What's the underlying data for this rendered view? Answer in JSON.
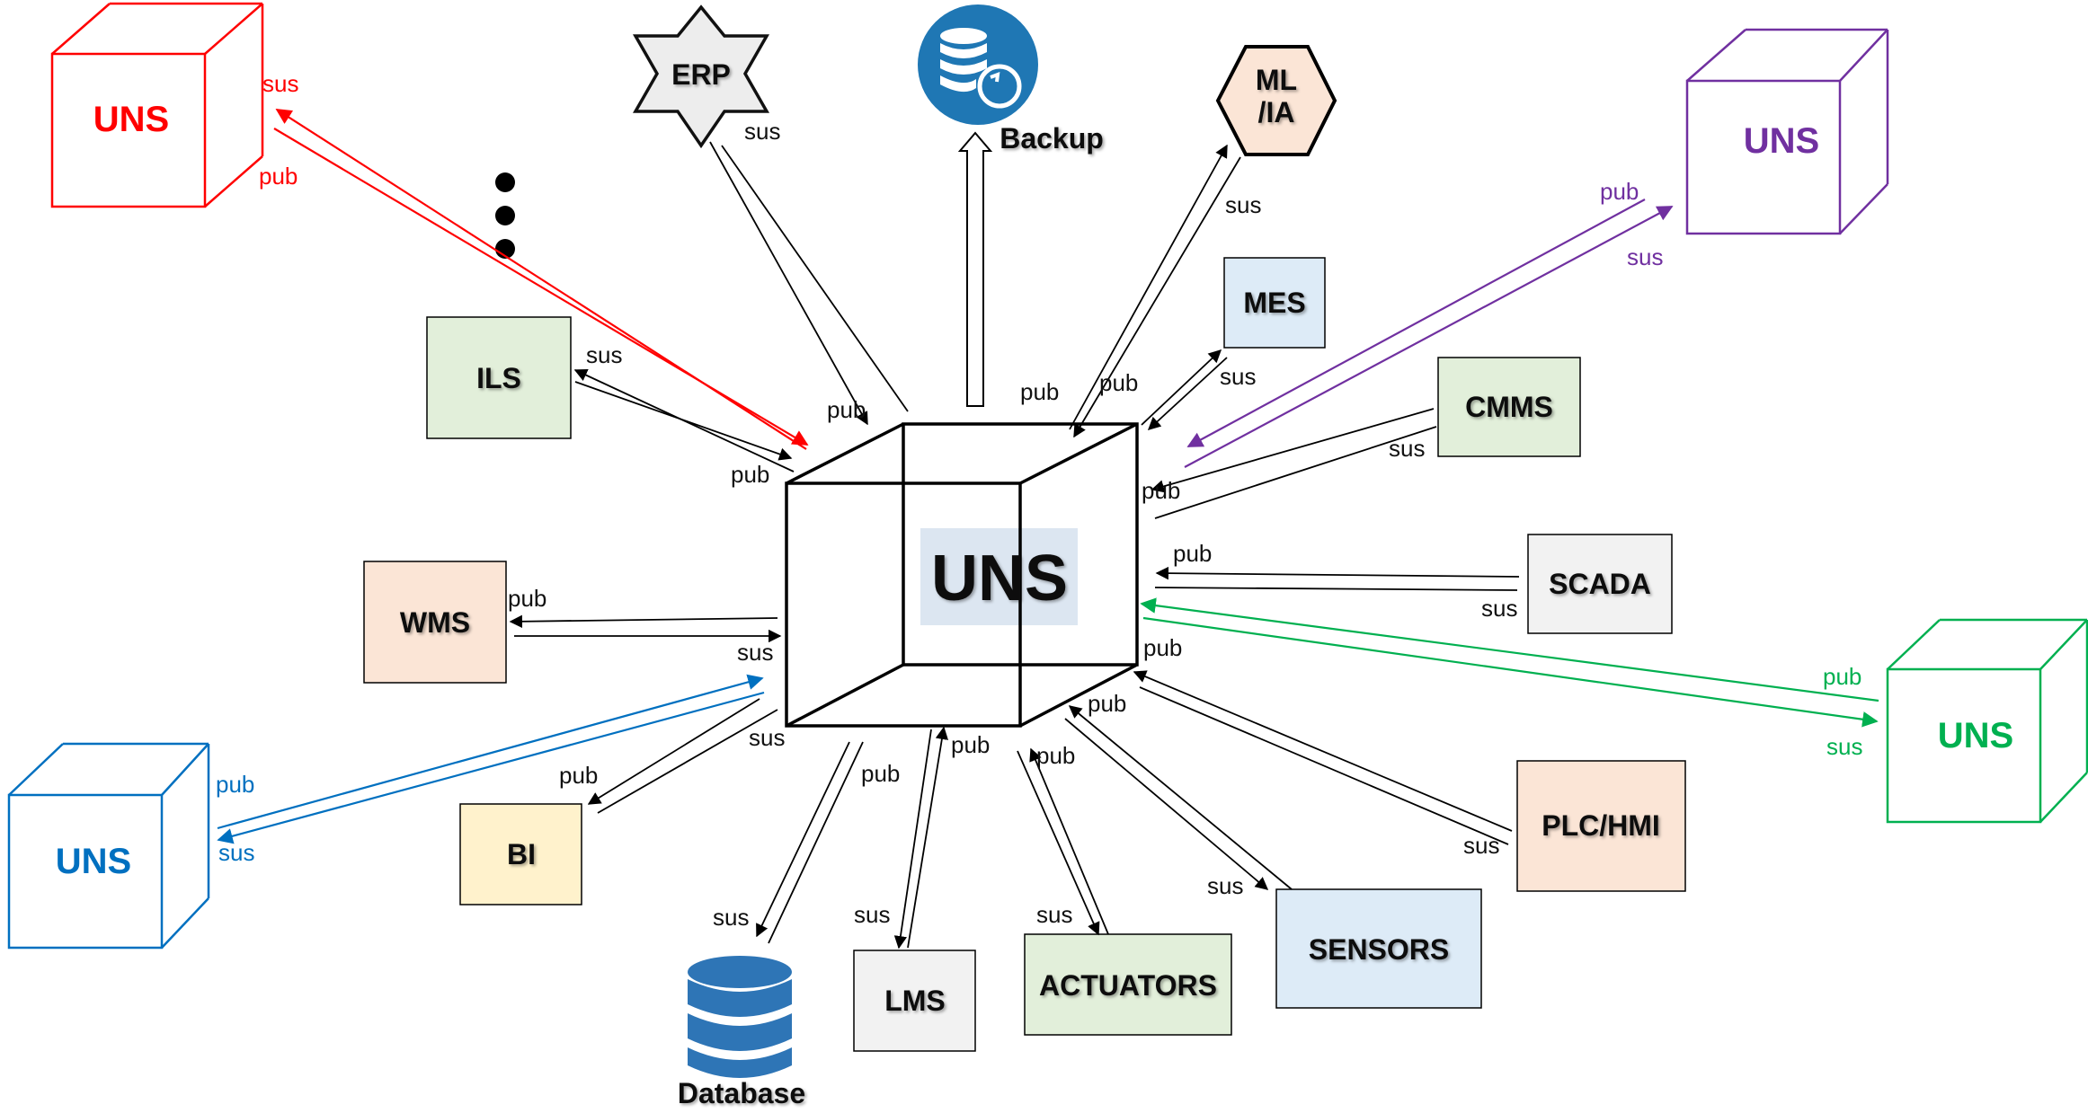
{
  "center": {
    "label": "UNS",
    "highlight": "#DCE6F1"
  },
  "colors": {
    "red": "#FF0000",
    "purple": "#7030A0",
    "blue": "#0070C0",
    "green": "#00B050",
    "black": "#000000",
    "db_blue": "#2E75B6",
    "backup_blue": "#1F77B4",
    "box_green": "#E2EFDA",
    "box_orange": "#FBE5D6",
    "box_blue": "#DDEBF7",
    "box_gray": "#F2F2F2",
    "box_yellow": "#FFF2CC",
    "box_white": "#FFFFFF"
  },
  "external_uns": [
    {
      "id": "red",
      "label": "UNS",
      "color": "red",
      "top_label": "sus",
      "bottom_label": "pub"
    },
    {
      "id": "purple",
      "label": "UNS",
      "color": "purple",
      "top_label": "pub",
      "bottom_label": "sus"
    },
    {
      "id": "blue",
      "label": "UNS",
      "color": "blue",
      "top_label": "pub",
      "bottom_label": "sus"
    },
    {
      "id": "green",
      "label": "UNS",
      "color": "green",
      "top_label": "pub",
      "bottom_label": "sus"
    }
  ],
  "nodes": {
    "erp": {
      "label": "ERP"
    },
    "backup": {
      "label": "Backup"
    },
    "ml": {
      "label_line1": "ML",
      "label_line2": "/IA"
    },
    "mes": {
      "label": "MES"
    },
    "cmms": {
      "label": "CMMS"
    },
    "scada": {
      "label": "SCADA"
    },
    "plc": {
      "label": "PLC/HMI"
    },
    "sensors": {
      "label": "SENSORS"
    },
    "actuators": {
      "label": "ACTUATORS"
    },
    "lms": {
      "label": "LMS"
    },
    "database": {
      "label": "Database"
    },
    "bi": {
      "label": "BI"
    },
    "wms": {
      "label": "WMS"
    },
    "ils": {
      "label": "ILS"
    }
  },
  "link_labels": {
    "erp_near": "pub",
    "erp_far": "sus",
    "ml_near": "pub",
    "ml_far": "sus",
    "mes_near": "pub",
    "mes_far": "sus",
    "cmms_near": "pub",
    "cmms_far": "sus",
    "scada_near": "pub",
    "scada_far": "sus",
    "plc_near": "pub",
    "plc_far": "sus",
    "sensors_near": "pub",
    "sensors_far": "sus",
    "actuators_near": "pub",
    "actuators_far": "sus",
    "lms_near": "pub",
    "lms_far": "sus",
    "database_near": "pub",
    "database_far": "sus",
    "bi_near": "sus",
    "bi_far": "pub",
    "wms_near": "sus",
    "wms_far": "pub",
    "ils_near": "pub",
    "ils_far": "sus"
  }
}
